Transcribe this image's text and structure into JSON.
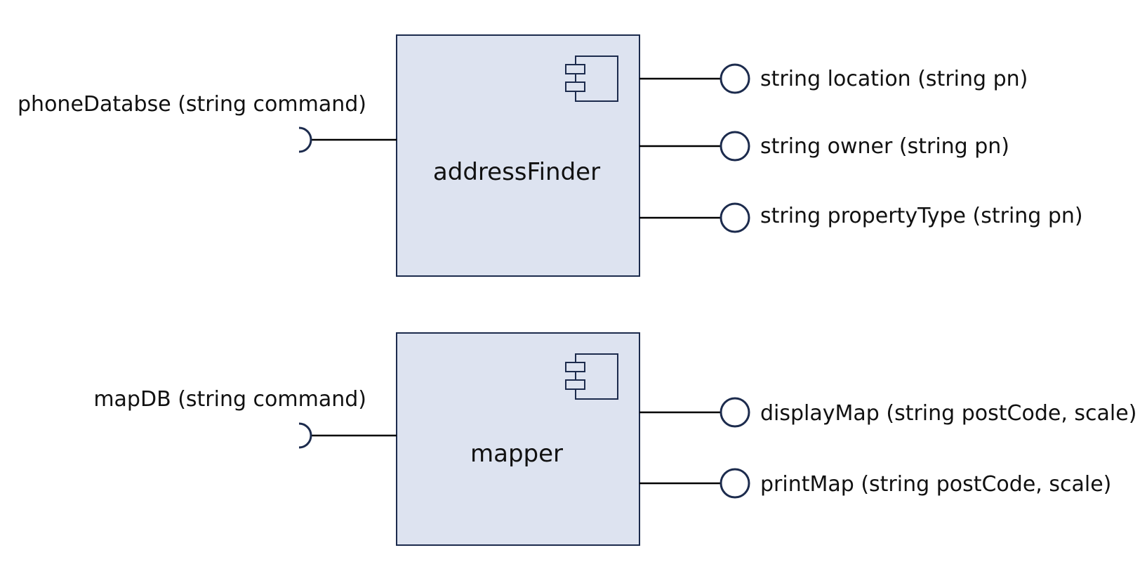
{
  "colors": {
    "component_fill": "#dde3f0",
    "component_stroke": "#1c2b4d",
    "connector": "#000000",
    "socket": "#1c2b4d",
    "text": "#111111"
  },
  "components": [
    {
      "name": "addressFinder",
      "icon": "uml-component-icon",
      "required": [
        "phoneDatabse (string command)"
      ],
      "provided": [
        "string location (string pn)",
        "string owner (string pn)",
        "string propertyType (string pn)"
      ]
    },
    {
      "name": "mapper",
      "icon": "uml-component-icon",
      "required": [
        "mapDB (string command)"
      ],
      "provided": [
        "displayMap (string postCode, scale)",
        "printMap (string postCode, scale)"
      ]
    }
  ]
}
